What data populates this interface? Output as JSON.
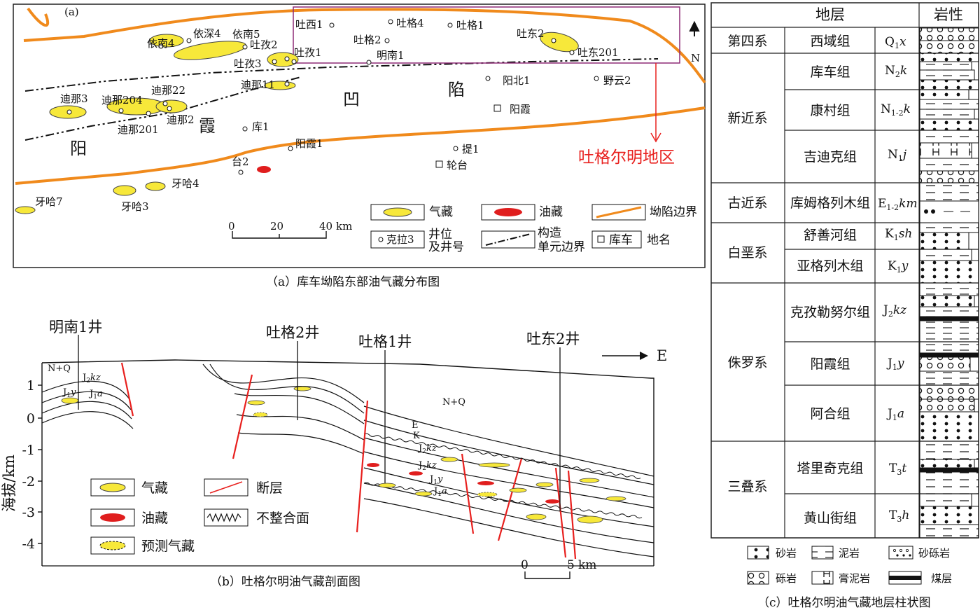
{
  "panel_a": {
    "label": "(a)",
    "caption": "（a）库车坳陷东部油气藏分布图",
    "region_label": "吐格尔明地区",
    "north": "N",
    "big_labels": [
      "阳",
      "霞",
      "凹",
      "陷"
    ],
    "wells": [
      {
        "name": "依深4"
      },
      {
        "name": "依南5"
      },
      {
        "name": "依南4"
      },
      {
        "name": "吐孜2"
      },
      {
        "name": "吐孜3"
      },
      {
        "name": "吐孜1"
      },
      {
        "name": "吐西1"
      },
      {
        "name": "吐格4"
      },
      {
        "name": "吐格1"
      },
      {
        "name": "吐格2"
      },
      {
        "name": "明南1"
      },
      {
        "name": "吐东2"
      },
      {
        "name": "吐东201"
      },
      {
        "name": "阳北1"
      },
      {
        "name": "野云2"
      },
      {
        "name": "迪那11"
      },
      {
        "name": "迪那3"
      },
      {
        "name": "迪那204"
      },
      {
        "name": "迪那22"
      },
      {
        "name": "迪那2"
      },
      {
        "name": "迪那201"
      },
      {
        "name": "库1"
      },
      {
        "name": "阳霞1"
      },
      {
        "name": "提1"
      },
      {
        "name": "台2"
      },
      {
        "name": "牙哈4"
      },
      {
        "name": "牙哈3"
      },
      {
        "name": "牙哈7"
      }
    ],
    "places": [
      {
        "name": "阳霞"
      },
      {
        "name": "轮台"
      }
    ],
    "scale": {
      "ticks": [
        "0",
        "20",
        "40"
      ],
      "unit": "km"
    },
    "legend": {
      "gas": "气藏",
      "oil": "油藏",
      "boundary": "坳陷边界",
      "well_sample": "克拉3",
      "well_line1": "井位",
      "well_line2": "及井号",
      "struct_line1": "构造",
      "struct_line2": "单元边界",
      "place_sample": "库车",
      "place": "地名"
    }
  },
  "panel_b": {
    "caption": "（b）吐格尔明油气藏剖面图",
    "y_axis_label": "海拔/km",
    "y_ticks": [
      "1",
      "0",
      "-1",
      "-2",
      "-3",
      "-4"
    ],
    "east": "E",
    "wells": [
      "明南1井",
      "吐格2井",
      "吐格1井",
      "吐东2井"
    ],
    "strata_left": [
      "N+Q",
      "J",
      "kz",
      "J",
      "y",
      "J",
      "a"
    ],
    "strata_right": {
      "nq": "N+Q",
      "e": "E",
      "k": "K",
      "j2kz": "J",
      "kz": "kz",
      "j1y": "J",
      "y": "y",
      "j1a": "J",
      "a": "a"
    },
    "sub2": "2",
    "sub1": "1",
    "legend": {
      "gas": "气藏",
      "oil": "油藏",
      "pred": "预测气藏",
      "fault": "断层",
      "unconf": "不整合面"
    },
    "scale": {
      "ticks": [
        "0",
        "5"
      ],
      "unit": "km"
    }
  },
  "panel_c": {
    "caption": "（c）吐格尔明油气藏地层柱状图",
    "headers": {
      "strata": "地层",
      "litho": "岩性"
    },
    "systems": [
      {
        "name": "第四系"
      },
      {
        "name": "新近系"
      },
      {
        "name": "古近系"
      },
      {
        "name": "白垩系"
      },
      {
        "name": "侏罗系"
      },
      {
        "name": "三叠系"
      }
    ],
    "formations": [
      {
        "name": "西域组",
        "code": "Q",
        "sub": "1",
        "it": "x"
      },
      {
        "name": "库车组",
        "code": "N",
        "sub": "2",
        "it": "k"
      },
      {
        "name": "康村组",
        "code": "N",
        "sub": "1-2",
        "it": "k"
      },
      {
        "name": "吉迪克组",
        "code": "N",
        "sub": "1",
        "it": "j"
      },
      {
        "name": "库姆格列木组",
        "code": "E",
        "sub": "1-2",
        "it": "km"
      },
      {
        "name": "舒善河组",
        "code": "K",
        "sub": "1",
        "it": "sh"
      },
      {
        "name": "亚格列木组",
        "code": "K",
        "sub": "1",
        "it": "y"
      },
      {
        "name": "克孜勒努尔组",
        "code": "J",
        "sub": "2",
        "it": "kz"
      },
      {
        "name": "阳霞组",
        "code": "J",
        "sub": "1",
        "it": "y"
      },
      {
        "name": "阿合组",
        "code": "J",
        "sub": "1",
        "it": "a"
      },
      {
        "name": "塔里奇克组",
        "code": "T",
        "sub": "3",
        "it": "t"
      },
      {
        "name": "黄山街组",
        "code": "T",
        "sub": "3",
        "it": "h"
      }
    ],
    "legend": {
      "sandstone": "砂岩",
      "mudstone": "泥岩",
      "pebbly": "砂砾岩",
      "conglomerate": "砾岩",
      "gypsum": "膏泥岩",
      "coal": "煤层"
    }
  },
  "colors": {
    "gas": "#f7e83a",
    "oil": "#e01e1e",
    "boundary": "#f08a1c",
    "fault": "#e8201e",
    "frame": "#8e2a76"
  }
}
